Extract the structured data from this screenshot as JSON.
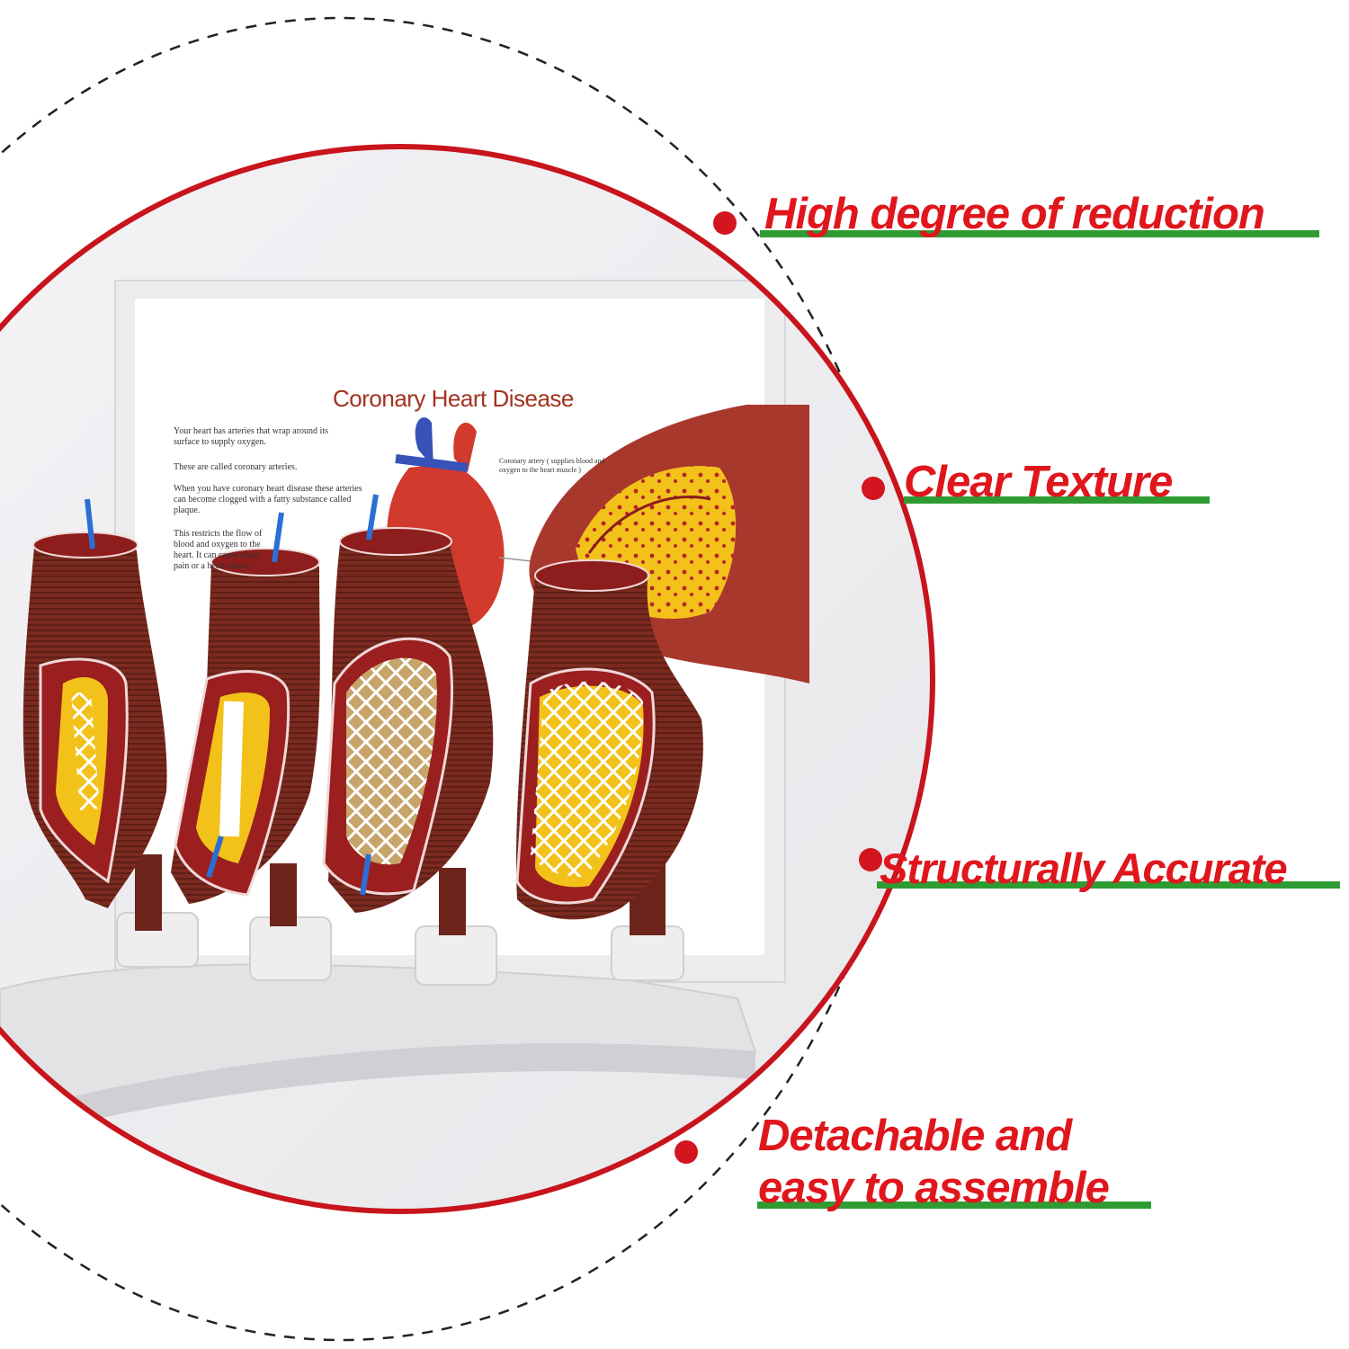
{
  "poster": {
    "title": "Coronary Heart Disease",
    "paragraph1": "Your heart has arteries that wrap around its surface to supply oxygen.",
    "paragraph2": "These are called coronary arteries.",
    "paragraph3": "When you have coronary heart disease these arteries can become clogged with a fatty substance called plaque.",
    "paragraph4": "This restricts the flow of blood and oxygen to the heart. It can cause chest pain or a heart attack.",
    "artery_label": "Coronary artery ( supplies blood and oxygen to the heart muscle )"
  },
  "features": [
    {
      "text": "High degree of reduction"
    },
    {
      "text": "Clear Texture"
    },
    {
      "text": "Structurally Accurate"
    },
    {
      "line1": "Detachable and",
      "line2": "easy to assemble"
    }
  ],
  "colors": {
    "feature_text": "#e0161d",
    "underline": "#2f9c33",
    "bullet": "#d31520",
    "circle_border": "#c8141c",
    "artery_wall": "#7a2a1f",
    "plaque": "#f2c21a",
    "stent": "#ffffff",
    "guide_wire": "#2b6fd6"
  }
}
